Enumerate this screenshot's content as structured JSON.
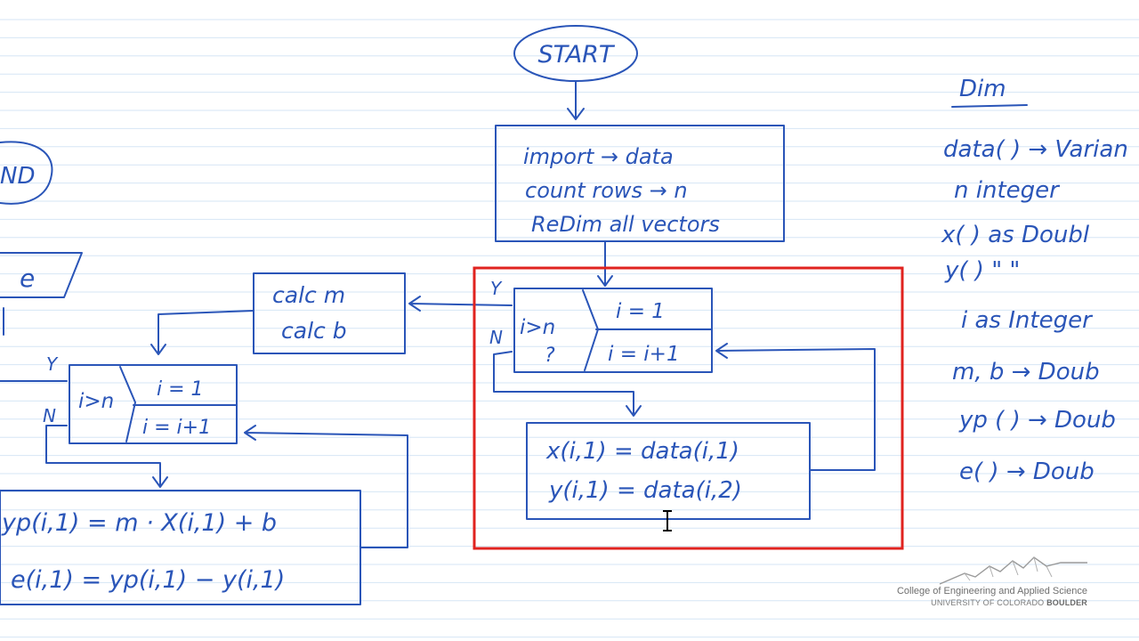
{
  "canvas": {
    "ink_color": "#2a55b8",
    "rule_color": "#d6e6f5",
    "highlight_color": "#e0231f"
  },
  "main_flowchart": {
    "start": "START",
    "init_box": [
      "import → data",
      "count rows → n",
      "ReDim all vectors"
    ],
    "loop": {
      "yes": "Y",
      "no": "N",
      "condition": "i>n",
      "question": "?",
      "init": "i = 1",
      "increment": "i = i+1"
    },
    "body": [
      "x(i,1) = data(i,1)",
      "y(i,1) = data(i,2)"
    ]
  },
  "left_flowchart": {
    "end_partial": "ND",
    "output_partial": "e",
    "calc_box": [
      "calc m",
      "calc b"
    ],
    "loop": {
      "yes": "Y",
      "no": "N",
      "condition": "i>n",
      "init": "i = 1",
      "increment": "i = i+1"
    },
    "body": [
      "yp(i,1) = m · X(i,1) + b",
      "e(i,1) = yp(i,1) − y(i,1)"
    ]
  },
  "dim_notes": {
    "title": "Dim",
    "lines": [
      "data( ) → Varian",
      "n  integer",
      "x( )  as Doubl",
      "y( )    \"     \"",
      "i  as Integer",
      "m, b  → Doub",
      "yp ( ) → Doub",
      "e( ) →   Doub"
    ]
  },
  "logo": {
    "college": "College of Engineering and Applied Science",
    "university": "UNIVERSITY OF COLORADO",
    "campus": "BOULDER"
  }
}
